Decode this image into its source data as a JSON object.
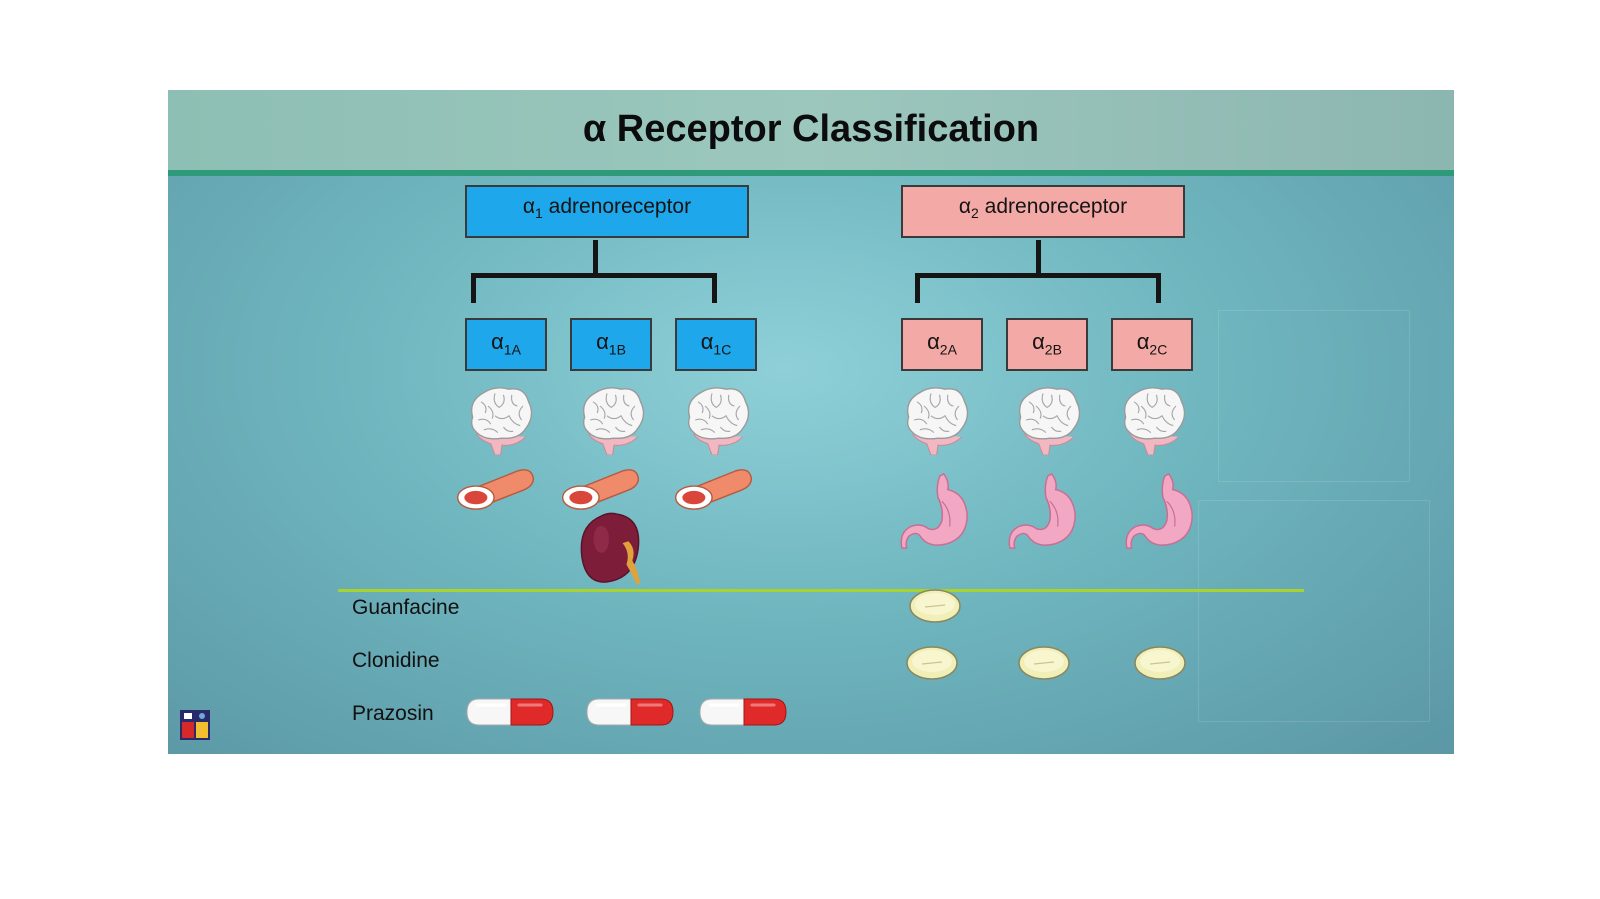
{
  "slide": {
    "title": "α Receptor Classification"
  },
  "colors": {
    "alpha1": "#1fa7ec",
    "alpha2": "#f3a9a6",
    "divider": "#a8d22e",
    "header_line": "#2e9a7a"
  },
  "alpha1": {
    "symbol": "α",
    "sub": "1",
    "text": " adrenoreceptor",
    "subtypes": [
      {
        "symbol": "α",
        "sub": "1A"
      },
      {
        "symbol": "α",
        "sub": "1B"
      },
      {
        "symbol": "α",
        "sub": "1C"
      }
    ]
  },
  "alpha2": {
    "symbol": "α",
    "sub": "2",
    "text": " adrenoreceptor",
    "subtypes": [
      {
        "symbol": "α",
        "sub": "2A"
      },
      {
        "symbol": "α",
        "sub": "2B"
      },
      {
        "symbol": "α",
        "sub": "2C"
      }
    ]
  },
  "icons": {
    "alpha1_row1": [
      "brain-icon",
      "brain-icon",
      "brain-icon"
    ],
    "alpha1_row2": [
      "blood-vessel-icon",
      "blood-vessel-icon",
      "blood-vessel-icon"
    ],
    "alpha1_row3": [
      "",
      "kidney-icon",
      ""
    ],
    "alpha2_row1": [
      "brain-icon",
      "brain-icon",
      "brain-icon"
    ],
    "alpha2_row2": [
      "stomach-icon",
      "stomach-icon",
      "stomach-icon"
    ]
  },
  "drugs": [
    {
      "name": "Guanfacine",
      "pill": "tablet-icon",
      "targets": [
        "2A"
      ]
    },
    {
      "name": "Clonidine",
      "pill": "tablet-icon",
      "targets": [
        "2A",
        "2B",
        "2C"
      ]
    },
    {
      "name": "Prazosin",
      "pill": "capsule-icon",
      "targets": [
        "1A",
        "1B",
        "1C"
      ]
    }
  ]
}
